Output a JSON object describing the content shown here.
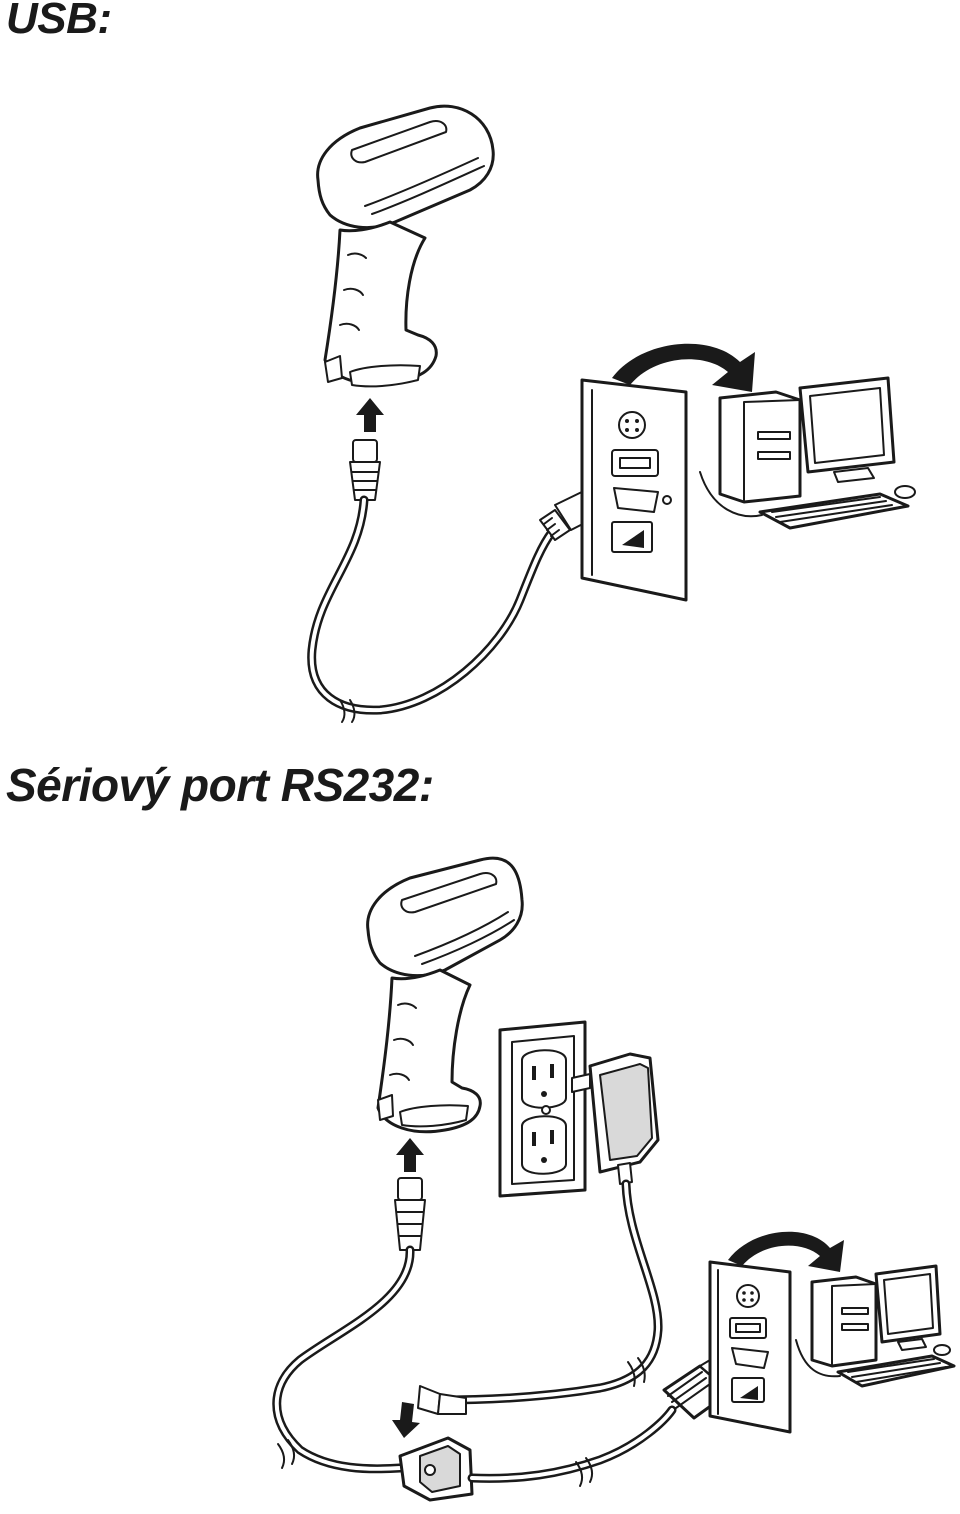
{
  "sections": {
    "usb": {
      "heading": "USB:"
    },
    "rs232": {
      "heading": "Sériový port RS232:"
    }
  },
  "icons": {
    "scanner": "handheld-barcode-scanner",
    "pc": "desktop-computer-icon",
    "outlet": "wall-outlet-icon",
    "adapter": "power-adapter-icon",
    "arrow": "connection-arrow-icon"
  }
}
